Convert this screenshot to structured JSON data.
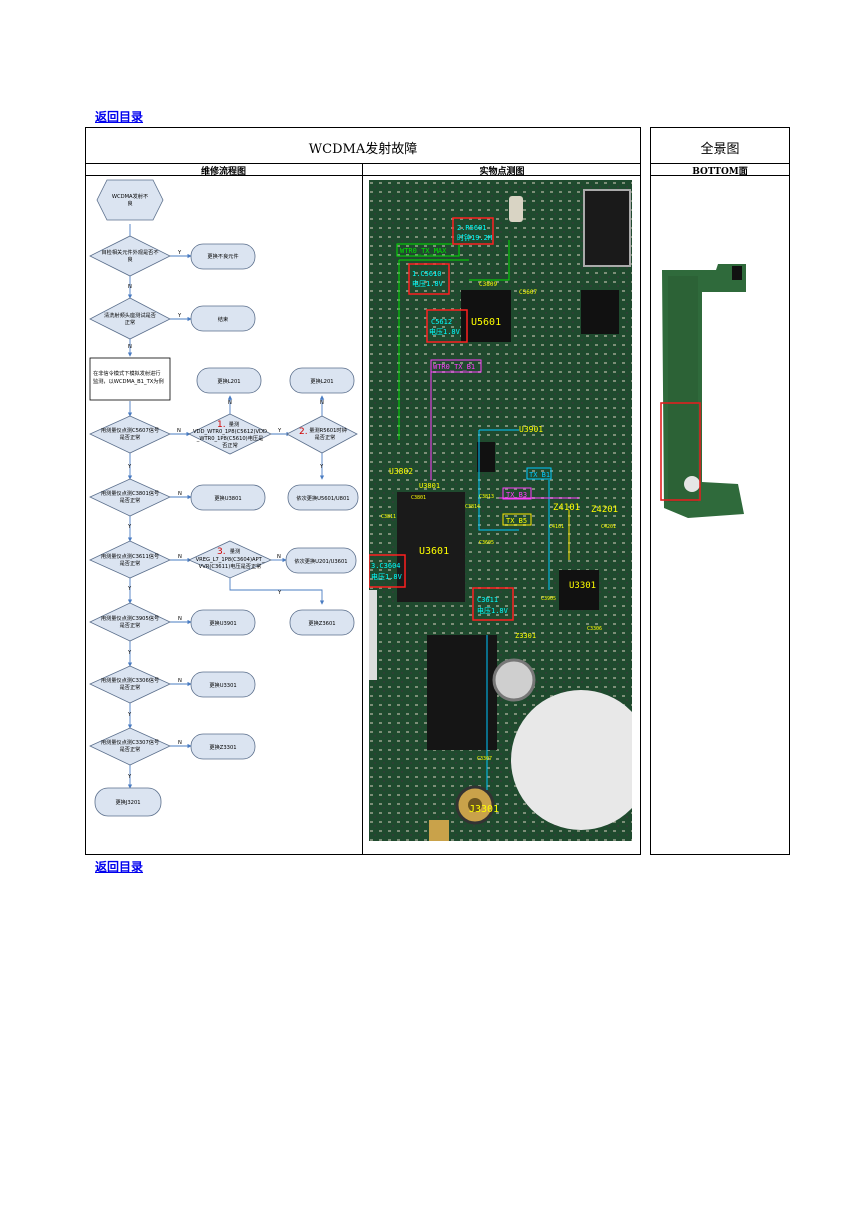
{
  "nav": {
    "back_top": "返回目录",
    "back_bottom": "返回目录"
  },
  "table": {
    "title": "WCDMA发射故障",
    "overview_title": "全景图",
    "col_flow": "维修流程图",
    "col_photo": "实物点测图",
    "col_side": "BOTTOM面"
  },
  "flow": {
    "start": [
      "WCDMA发射不",
      "良"
    ],
    "d1": [
      "目检相关元件外观是否不",
      "良"
    ],
    "r1": "更换不良元件",
    "d2": [
      "清洗射频头座测试是否",
      "正常"
    ],
    "r2": "结束",
    "note": [
      "在非信令模式下模拟发射进行",
      "监测，以WCDMA_B1_TX为例"
    ],
    "d3": [
      "用测量仪点测C5607信号",
      "是否正常"
    ],
    "d4_num": "1.",
    "d4": [
      "量测",
      "VDD_WTR0_1P8(C5612)VDD",
      "_WTR0_1P8(C5610)电压是",
      "否正常"
    ],
    "d5_num": "2.",
    "d5": [
      "量测R5601时钟",
      "是否正常"
    ],
    "r3": "更换L201",
    "r4": "更换L201",
    "d6": [
      "用测量仪点测C3801信号",
      "是否正常"
    ],
    "r5": "更换U3801",
    "r6": "依次更换U5601/U801",
    "d7": [
      "用测量仪点测C3611信号",
      "是否正常"
    ],
    "d8_num": "3.",
    "d8": [
      "量测",
      "VREG_L7_1P8(C3604)APT_",
      "VVR(C3611)电压是否正常"
    ],
    "r7": "依次更换U201/U3601",
    "d9": [
      "用测量仪点测C3905信号",
      "是否正常"
    ],
    "r8": "更换U3901",
    "r9": "更换Z3601",
    "d10": [
      "用测量仪点测C3306信号",
      "是否正常"
    ],
    "r10": "更换U3301",
    "d11": [
      "用测量仪点测C3307信号",
      "是否正常"
    ],
    "r11": "更换Z3301",
    "end": "更换J3201",
    "yes": "Y",
    "no": "N"
  },
  "board": {
    "labels": {
      "wtr": "WTR0_TX_MAX",
      "r5601": [
        "2.R5601",
        "时钟19.2M"
      ],
      "c5610": [
        "1.C5610",
        "电压1.8V"
      ],
      "c5612": [
        "C5612",
        "电压1.8V"
      ],
      "c3809": "C3809",
      "c5607": "C5607",
      "u5601": "U5601",
      "wtr_b1": "WTR0_TX_B1",
      "u3901": "U3901",
      "u3802": "U3802",
      "u3801": "U3801",
      "c3801": "C3801",
      "c3813": "C3813",
      "c3814": "C3814",
      "c3811": "C3811",
      "c3605": "C3605",
      "tx_b1": "TX_B1",
      "tx_b3": "TX_B3",
      "tx_b5": "TX_B5",
      "z4101": "Z4101",
      "z4201": "Z4201",
      "c4101": "C4101",
      "c4201": "C4201",
      "u3601": "U3601",
      "c3604": [
        "3.C3604",
        "电压1.8V"
      ],
      "c3611": [
        "C3611",
        "电压1.8V"
      ],
      "c3905": "C3905",
      "u3301": "U3301",
      "c3306": "C3306",
      "z3301": "Z3301",
      "c3307": "C3307",
      "j3301": "J3301"
    }
  }
}
